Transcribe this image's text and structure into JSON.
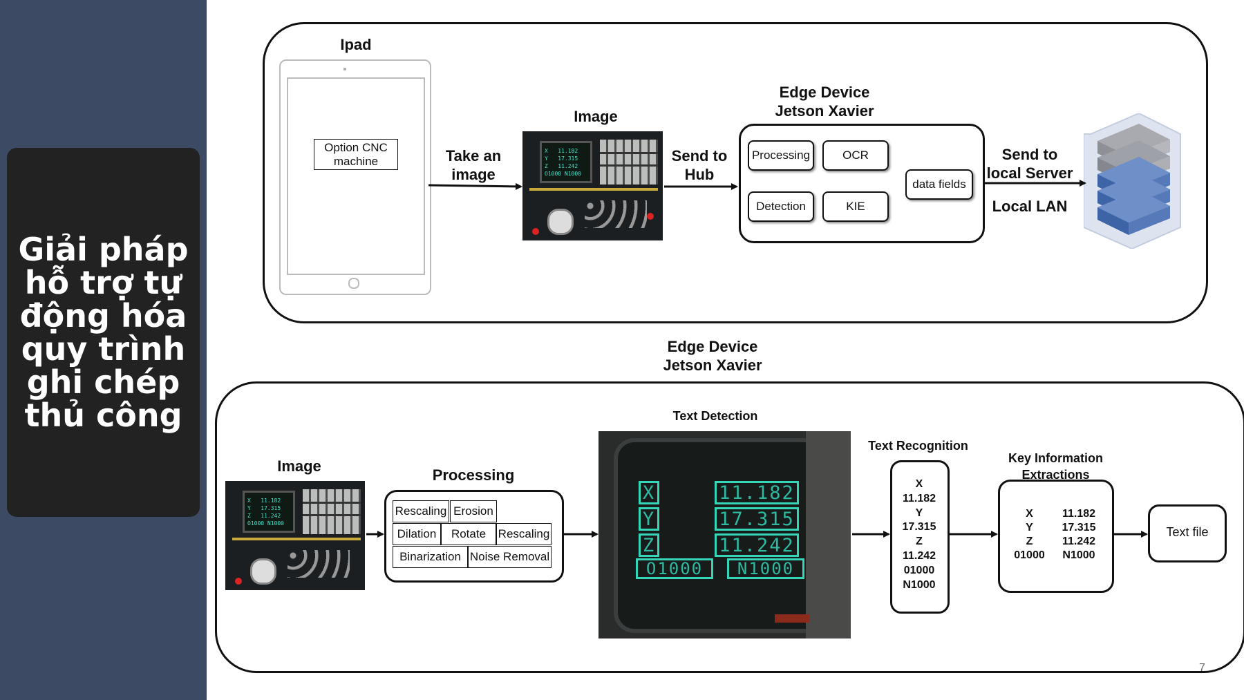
{
  "sidebar": {
    "title": "Giải pháp hỗ trợ tự động hóa quy trình ghi chép thủ công",
    "bg_color": "#3d4a63",
    "card_color": "#222222"
  },
  "top_diagram": {
    "ipad_label": "Ipad",
    "ipad_screen_label": "Option CNC\nmachine",
    "take_image_label": "Take an\nimage",
    "image_label": "Image",
    "send_hub_label": "Send to\nHub",
    "edge_device_label": "Edge Device\nJetson Xavier",
    "processing": "Processing",
    "ocr": "OCR",
    "detection": "Detection",
    "kie": "KIE",
    "data_fields": "data fields",
    "send_server_label": "Send to\nlocal Server",
    "local_lan": "Local LAN",
    "server_icon": "server-rack-icon"
  },
  "bottom_diagram": {
    "edge_device_label": "Edge Device\nJetson Xavier",
    "image_label": "Image",
    "processing_label": "Processing",
    "processing_steps": [
      "Rescaling",
      "Erosion",
      "Dilation",
      "Rotate",
      "Rescaling",
      "Binarization",
      "Noise Removal"
    ],
    "text_detection_label": "Text Detection",
    "screen_values": {
      "x_label": "X",
      "x_val": "11.182",
      "y_label": "Y",
      "y_val": "17.315",
      "z_label": "Z",
      "z_val": "11.242",
      "o_val": "O1000",
      "n_val": "N1000"
    },
    "text_recognition_label": "Text Recognition",
    "recognition_values": "X\n11.182\nY\n17.315\nZ\n11.242\n01000\nN1000",
    "kie_label": "Key Information\nExtractions",
    "kie_keys": "X\nY\nZ\n01000",
    "kie_values": "11.182\n17.315\n11.242\nN1000",
    "text_file_label": "Text file"
  },
  "page_number": "7",
  "colors": {
    "detect_green": "#36d6b8",
    "server_blue": "#4c74b6"
  }
}
